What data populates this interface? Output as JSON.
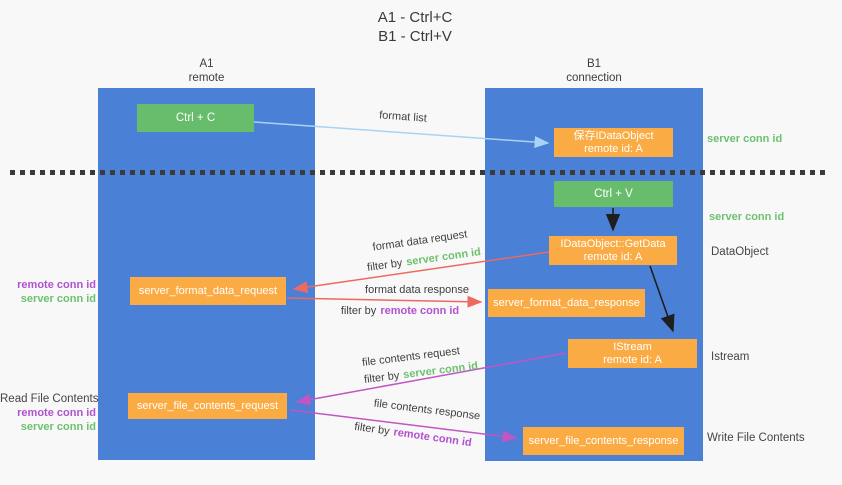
{
  "title": {
    "line1": "A1 - Ctrl+C",
    "line2": "B1 - Ctrl+V"
  },
  "lanes": {
    "left": {
      "title": "A1",
      "subtitle": "remote"
    },
    "right": {
      "title": "B1",
      "subtitle": "connection"
    }
  },
  "nodes": {
    "ctrl_c": {
      "label": "Ctrl + C"
    },
    "save_idataobject": {
      "line1": "保存IDataObject",
      "line2": "remote id: A"
    },
    "ctrl_v": {
      "label": "Ctrl + V"
    },
    "getdata": {
      "line1": "IDataObject::GetData",
      "line2": "remote id: A"
    },
    "format_request": {
      "label": "server_format_data_request"
    },
    "format_response": {
      "label": "server_format_data_response"
    },
    "istream": {
      "line1": "IStream",
      "line2": "remote id: A"
    },
    "file_request": {
      "label": "server_file_contents_request"
    },
    "file_response": {
      "label": "server_file_contents_response"
    }
  },
  "arrow_labels": {
    "format_list": "format list",
    "format_data_request": "format data request",
    "format_data_response": "format data response",
    "file_contents_request": "file contents request",
    "file_contents_response": "file contents response",
    "filter_by": "filter by",
    "server_conn_id": "server conn id",
    "remote_conn_id": "remote conn id"
  },
  "side_labels": {
    "server_conn_id_top": "server conn id",
    "server_conn_id_mid": "server conn id",
    "dataobject": "DataObject",
    "istream": "Istream",
    "read_file_contents": "Read File Contents",
    "write_file_contents": "Write File Contents",
    "remote_conn_id": "remote conn id",
    "server_conn_id": "server conn id"
  },
  "colors": {
    "lane_blue": "#4a80d6",
    "node_green": "#68bd6c",
    "node_orange": "#fbab43",
    "label_green": "#6cc16e",
    "label_purple": "#b152ce",
    "arrow_red": "#ec6a60",
    "arrow_magenta": "#bf56c3",
    "arrow_light_blue": "#a9d3f2",
    "arrow_black": "#1f1f1f",
    "text_dark": "#3f3f3f",
    "background": "#f8f8f8"
  }
}
